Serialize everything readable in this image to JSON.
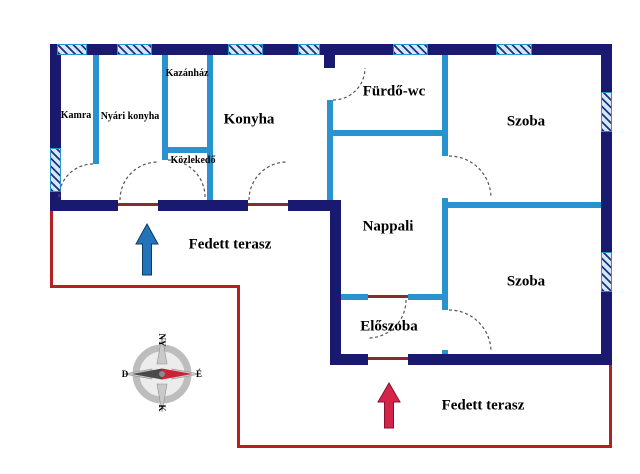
{
  "rooms": {
    "kamra": "Kamra",
    "nyari_konyha": "Nyári konyha",
    "kazanhaz": "Kazánház",
    "kozlekedo": "Közlekedő",
    "konyha": "Konyha",
    "furdo_wc": "Fürdő-wc",
    "szoba_felso": "Szoba",
    "nappali": "Nappali",
    "szoba_also": "Szoba",
    "eloszoba": "Előszoba"
  },
  "terraces": {
    "left": "Fedett terasz",
    "bottom": "Fedett terasz"
  },
  "compass": {
    "top": "NY",
    "left": "D",
    "right": "É",
    "bottom": "K"
  },
  "colors": {
    "outer_wall": "#191970",
    "partition_wall": "#2a93cf",
    "terrace_line": "#b22222",
    "window_fill": "#cfe9f8",
    "door_sill": "#8b2c2c",
    "entrance_arrow_blue": "#2273b8",
    "entrance_arrow_red": "#d4244a"
  }
}
